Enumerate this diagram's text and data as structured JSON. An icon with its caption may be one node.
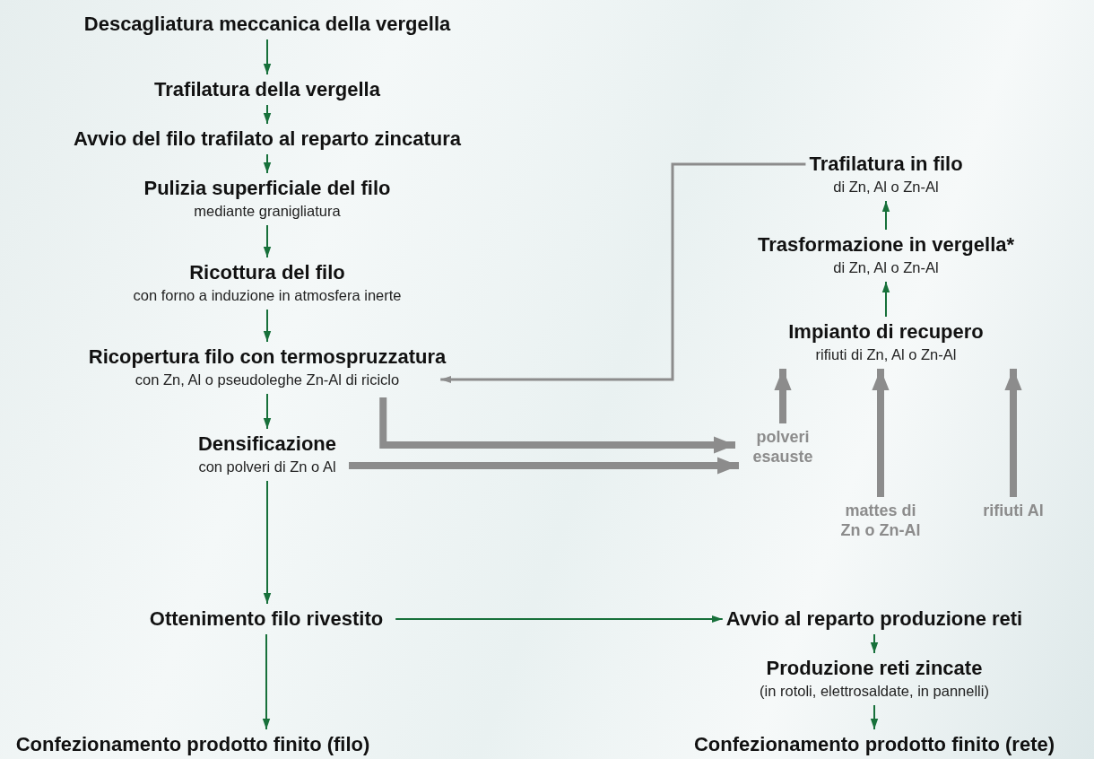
{
  "diagram": {
    "nodes": [
      {
        "text": [
          "Descagliatura meccanica della vergella"
        ]
      },
      {
        "text": [
          "Trafilatura della vergella"
        ]
      },
      {
        "text": [
          "Avvio del filo trafilato al reparto zincatura"
        ]
      },
      {
        "text": [
          "Pulizia superficiale del filo",
          "mediante granigliatura"
        ]
      },
      {
        "text": [
          "Ricottura del filo",
          "con forno a induzione in atmosfera inerte"
        ]
      },
      {
        "text": [
          "Ricopertura filo con termospruzzatura",
          "con Zn, Al o pseudoleghe Zn-Al di riciclo"
        ]
      },
      {
        "text": [
          "Densificazione",
          "con polveri di Zn o Al"
        ]
      },
      {
        "text": [
          "Ottenimento filo rivestito"
        ]
      },
      {
        "text": [
          "Confezionamento prodotto finito (filo)"
        ]
      },
      {
        "text": [
          "Trafilatura in filo",
          "di Zn, Al o Zn-Al"
        ]
      },
      {
        "text": [
          "Trasformazione in vergella*",
          "di Zn, Al o Zn-Al"
        ]
      },
      {
        "text": [
          "Impianto di recupero",
          "rifiuti di Zn, Al o Zn-Al"
        ]
      },
      {
        "text": [
          "polveri esauste"
        ]
      },
      {
        "text": [
          "mattes di Zn o Zn-Al"
        ]
      },
      {
        "text": [
          "rifiuti Al"
        ]
      },
      {
        "text": [
          "Avvio al reparto produzione reti"
        ]
      },
      {
        "text": [
          "Produzione reti zincate",
          "(in rotoli, elettrosaldate, in pannelli)"
        ]
      },
      {
        "text": [
          "Confezionamento prodotto finito (rete)"
        ]
      }
    ],
    "edges": [
      {
        "from": 0,
        "to": 1,
        "arrow": "to"
      },
      {
        "from": 1,
        "to": 2,
        "arrow": "to"
      },
      {
        "from": 2,
        "to": 3,
        "arrow": "to"
      },
      {
        "from": 3,
        "to": 4,
        "arrow": "to"
      },
      {
        "from": 4,
        "to": 5,
        "arrow": "to"
      },
      {
        "from": 5,
        "to": 6,
        "arrow": "to"
      },
      {
        "from": 6,
        "to": 7,
        "arrow": "to"
      },
      {
        "from": 7,
        "to": 8,
        "arrow": "to"
      },
      {
        "from": 7,
        "to": 15,
        "arrow": "to"
      },
      {
        "from": 15,
        "to": 16,
        "arrow": "to"
      },
      {
        "from": 16,
        "to": 17,
        "arrow": "to"
      },
      {
        "from": 11,
        "to": 10,
        "arrow": "to"
      },
      {
        "from": 10,
        "to": 9,
        "arrow": "to"
      },
      {
        "from": 9,
        "to": 5,
        "arrow": "to",
        "color": "#8c8c8c"
      },
      {
        "from": 5,
        "to": 12,
        "arrow": "to",
        "style": "thick",
        "color": "#8c8c8c"
      },
      {
        "from": 6,
        "to": 12,
        "arrow": "to",
        "style": "thick",
        "color": "#8c8c8c"
      },
      {
        "from": 12,
        "to": 11,
        "arrow": "to",
        "style": "thick",
        "color": "#8c8c8c"
      },
      {
        "from": 13,
        "to": 11,
        "arrow": "to",
        "style": "thick",
        "color": "#8c8c8c"
      },
      {
        "from": 14,
        "to": 11,
        "arrow": "to",
        "style": "thick",
        "color": "#8c8c8c"
      }
    ]
  }
}
